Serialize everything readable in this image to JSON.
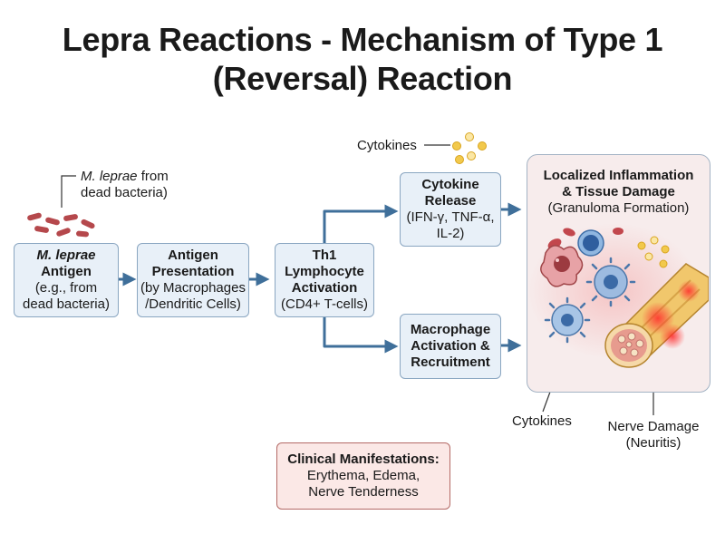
{
  "title": {
    "line1": "Lepra Reactions - Mechanism of Type 1",
    "line2": "(Reversal) Reaction"
  },
  "callouts": {
    "mleprae_italic": "M. leprae",
    "mleprae_rest": " from",
    "mleprae_line2": "dead bacteria)",
    "cytokines_top": "Cytokines",
    "cytokines_bottom": "Cytokines",
    "nerve_damage": "Nerve Damage",
    "neuritis": "(Neuritis)"
  },
  "boxes": {
    "antigen": {
      "line1": "M. leprae",
      "line2": "Antigen",
      "line3": "(e.g., from",
      "line4": "dead bacteria)"
    },
    "presentation": {
      "line1": "Antigen",
      "line2": "Presentation",
      "line3": "(by Macrophages",
      "line4": "/Dendritic Cells)"
    },
    "th1": {
      "line1": "Th1",
      "line2": "Lymphocyte",
      "line3": "Activation",
      "line4": "(CD4+ T-cells)"
    },
    "cytokine_release": {
      "line1": "Cytokine",
      "line2": "Release",
      "line3": "(IFN-γ, TNF-α,",
      "line4": "IL-2)"
    },
    "macrophage": {
      "line1": "Macrophage",
      "line2": "Activation &",
      "line3": "Recruitment"
    }
  },
  "panel": {
    "line1": "Localized Inflammation",
    "line2": "& Tissue Damage",
    "line3": "(Granuloma Formation)"
  },
  "clinical": {
    "line1": "Clinical Manifestations:",
    "line2": "Erythema, Edema,",
    "line3": "Nerve Tenderness"
  },
  "colors": {
    "arrow": "#3f6f9a",
    "box_fill": "#e8f0f8",
    "box_border": "#8aa6c1",
    "bacteria": "#b5484c",
    "cytokine_dot": "#f2c94c",
    "panel_fill": "#f7ecec",
    "clinical_border": "#b46a66"
  },
  "icons": [
    "bacteria-rods-icon",
    "cytokine-dots-icon",
    "immune-cells-icon",
    "nerve-bundle-icon"
  ]
}
